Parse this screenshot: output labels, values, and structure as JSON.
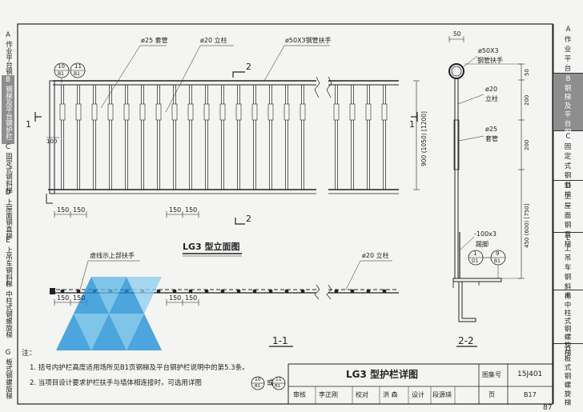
{
  "sidebar": {
    "items": [
      {
        "letter": "A",
        "label": "作业平台钢梯",
        "active": false
      },
      {
        "letter": "B",
        "label": "钢梯及平台钢护栏",
        "active": true
      },
      {
        "letter": "C",
        "label": "固定式钢斜梯",
        "active": false
      },
      {
        "letter": "D",
        "label": "上屋面钢直梯",
        "active": false
      },
      {
        "letter": "E",
        "label": "上吊车钢斜梯",
        "active": false
      },
      {
        "letter": "F",
        "label": "中柱式钢螺旋梯",
        "active": false
      },
      {
        "letter": "G",
        "label": "板式钢螺旋梯",
        "active": false
      }
    ]
  },
  "left_strip": {
    "items": [
      {
        "letter": "A",
        "label": "作业平台钢梯"
      },
      {
        "letter": "B",
        "label": "钢梯及平台钢护栏"
      },
      {
        "letter": "C",
        "label": "固定式钢斜梯"
      },
      {
        "letter": "D",
        "label": "上屋面钢直梯"
      },
      {
        "letter": "E",
        "label": "上吊车钢斜梯"
      },
      {
        "letter": "F",
        "label": "中柱式钢螺旋梯"
      },
      {
        "letter": "G",
        "label": "板式钢螺旋梯"
      }
    ]
  },
  "elevation": {
    "callouts": {
      "sleeve": "ø25 套管",
      "post": "ø20 立柱",
      "handrail": "ø50X3钢管扶手"
    },
    "detail_refs": [
      {
        "num": "10",
        "sheet": "B1"
      },
      {
        "num": "11",
        "sheet": "B1"
      }
    ],
    "section_marks": {
      "top": "2",
      "bottom": "2",
      "left": "1",
      "right": "1"
    },
    "dims": {
      "height": "900 (1050) [1200]",
      "h100": "100",
      "spacing": [
        "150",
        "150",
        "150",
        "150"
      ]
    },
    "title": "LG3  型立面图"
  },
  "plan": {
    "callouts": {
      "handrail_dash": "虚线示上部扶手",
      "post": "ø20 立柱"
    },
    "dims": {
      "spacing": [
        "150",
        "150",
        "150",
        "150"
      ]
    },
    "section_label": "1-1"
  },
  "section22": {
    "dims": {
      "top": "50",
      "d50": "50",
      "d200a": "200",
      "d200b": "200",
      "d450": "450 (600) [750]"
    },
    "callouts": {
      "handrail": "ø50X3",
      "handrail2": "钢管扶手",
      "post": "ø20",
      "post2": "立柱",
      "sleeve": "ø25",
      "sleeve2": "套管",
      "kick": "-100x3",
      "kick2": "踢脚"
    },
    "detail_refs": [
      {
        "num": "1",
        "sheet": "D1"
      },
      {
        "num": "9",
        "sheet": "B1"
      }
    ],
    "section_label": "2-2"
  },
  "notes": {
    "heading": "注：",
    "lines": [
      "1. 括号内护栏高度适用场所见B1页钢梯及平台钢护栏说明中的第5.3条。",
      "2. 当项目设计要求护栏扶手与墙体相连接时，可选用详图",
      "或"
    ],
    "refs": [
      {
        "num": "10",
        "sheet": "B1"
      },
      {
        "num": "11",
        "sheet": "B1"
      }
    ]
  },
  "title_block": {
    "title": "LG3  型护栏详图",
    "atlas_label": "图集号",
    "atlas_no": "15J401",
    "review": "审核",
    "reviewer": "李正刚",
    "check": "校对",
    "checker": "洪  森",
    "design": "设计",
    "designer": "段源瑛",
    "page_label": "页",
    "page_no": "B17"
  },
  "page_number": "87",
  "colors": {
    "ink": "#222222",
    "active_tab": "#8e8e8e",
    "watermark": "#1e90d6"
  }
}
